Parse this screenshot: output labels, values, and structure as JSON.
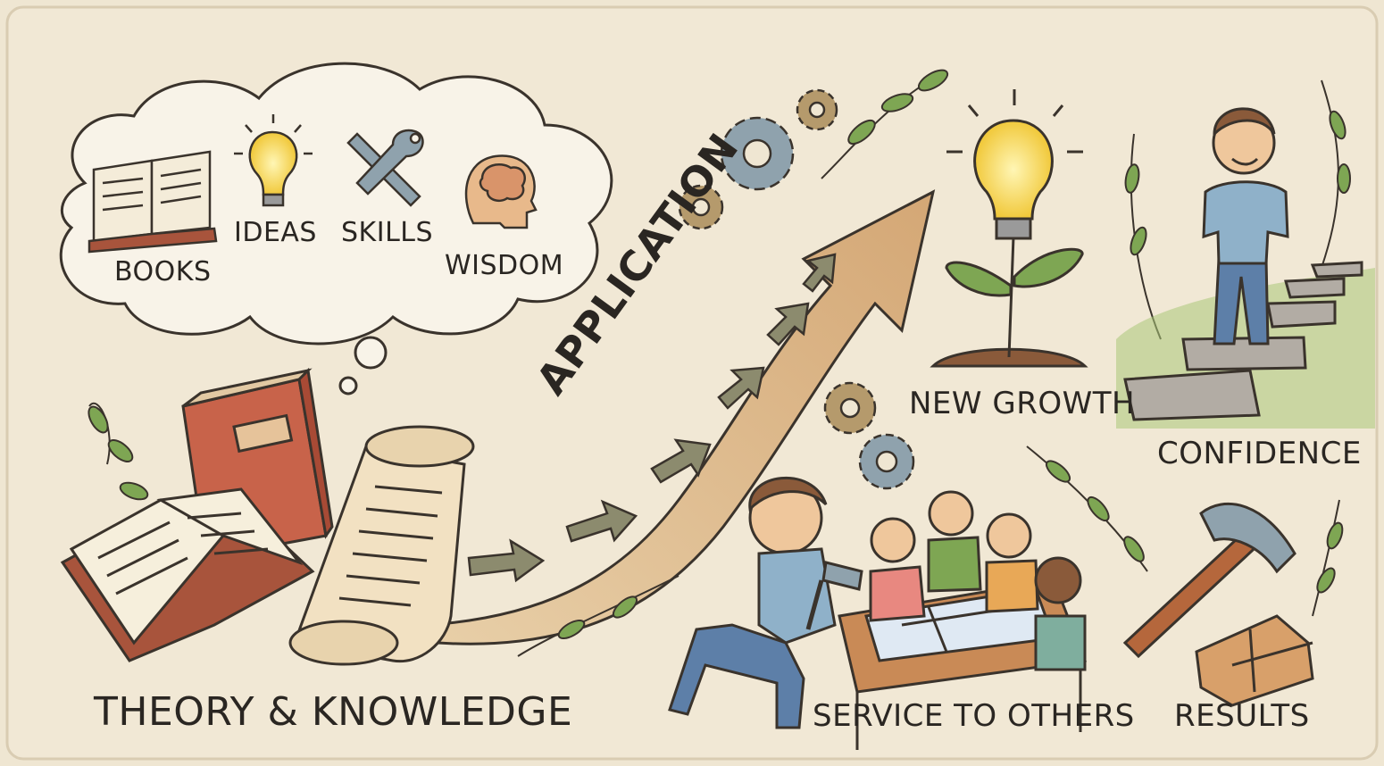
{
  "thought": {
    "items": [
      "BOOKS",
      "IDEAS",
      "SKILLS",
      "WISDOM"
    ]
  },
  "arrow": {
    "label": "APPLICATION"
  },
  "outcomes": {
    "new_growth": "NEW GROWTH",
    "confidence": "CONFIDENCE",
    "service": "SERVICE TO OTHERS",
    "results": "RESULTS"
  },
  "source": {
    "label": "THEORY & KNOWLEDGE"
  },
  "colors": {
    "paper": "#efe6d2",
    "arrow": "#d8b48a",
    "leaf": "#6e9a45",
    "book_red": "#c8634a",
    "gear": "#8fa2ad",
    "bulb": "#f4d54a"
  }
}
